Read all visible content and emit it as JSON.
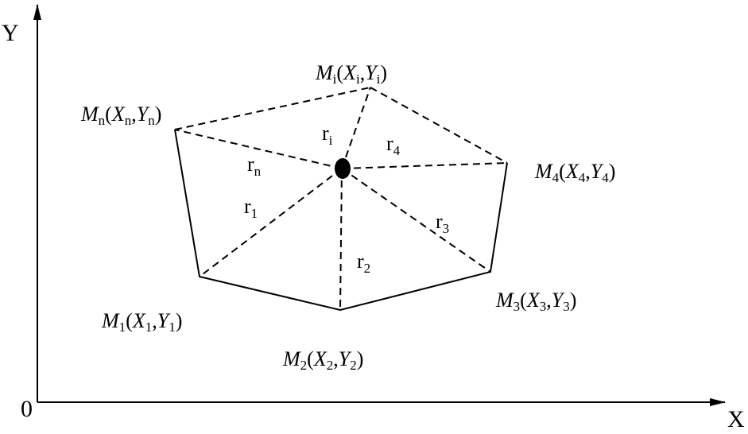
{
  "axes": {
    "y_label": "Y",
    "x_label": "X",
    "origin_label": "0"
  },
  "points": [
    {
      "key": "m1",
      "name": "M",
      "sub": "1",
      "x": "X",
      "xsub": "1",
      "y": "Y",
      "ysub": "1"
    },
    {
      "key": "m2",
      "name": "M",
      "sub": "2",
      "x": "X",
      "xsub": "2",
      "y": "Y",
      "ysub": "2"
    },
    {
      "key": "m3",
      "name": "M",
      "sub": "3",
      "x": "X",
      "xsub": "3",
      "y": "Y",
      "ysub": "3"
    },
    {
      "key": "m4",
      "name": "M",
      "sub": "4",
      "x": "X",
      "xsub": "4",
      "y": "Y",
      "ysub": "4"
    },
    {
      "key": "mi",
      "name": "M",
      "sub": "i",
      "x": "X",
      "xsub": "i",
      "y": "Y",
      "ysub": "i"
    },
    {
      "key": "mn",
      "name": "M",
      "sub": "n",
      "x": "X",
      "xsub": "n",
      "y": "Y",
      "ysub": "n"
    }
  ],
  "radii": {
    "r1": {
      "base": "r",
      "sub": "1"
    },
    "r2": {
      "base": "r",
      "sub": "2"
    },
    "r3": {
      "base": "r",
      "sub": "3"
    },
    "r4": {
      "base": "r",
      "sub": "4"
    },
    "ri": {
      "base": "r",
      "sub": "i"
    },
    "rn": {
      "base": "r",
      "sub": "n"
    }
  }
}
